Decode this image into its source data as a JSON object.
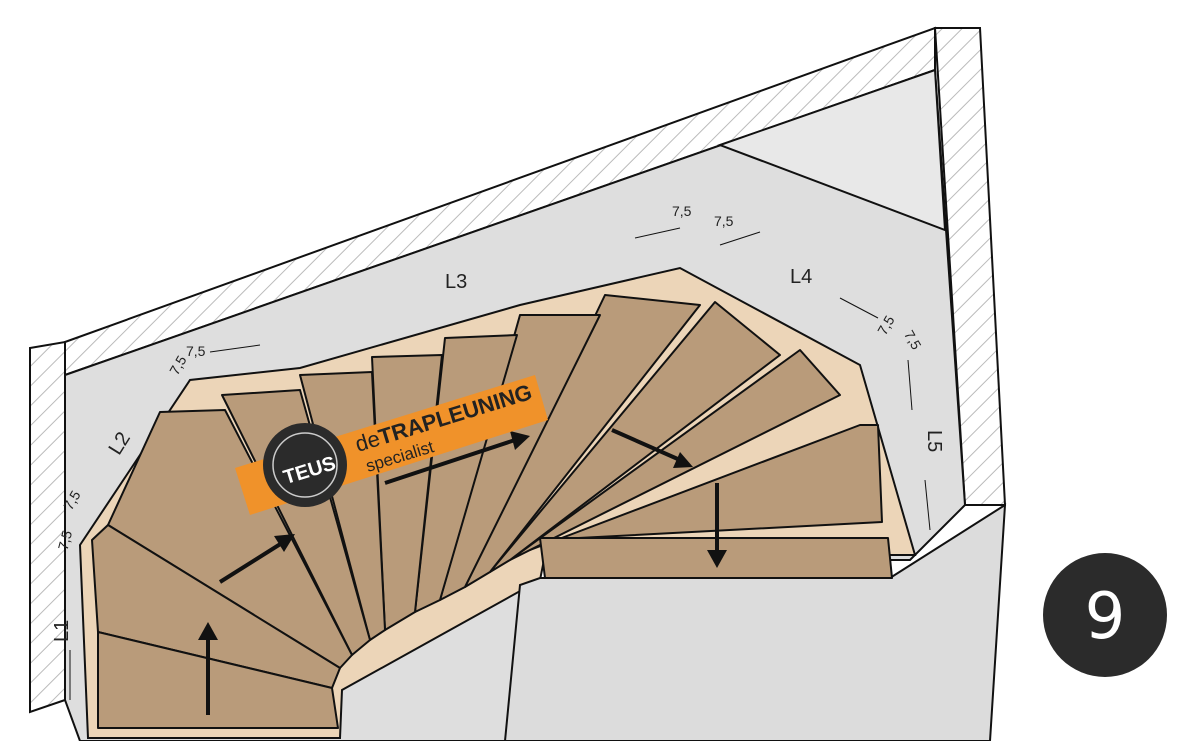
{
  "diagram": {
    "type": "staircase-top-view",
    "variant_number": "9",
    "wall_sections": [
      "L1",
      "L2",
      "L3",
      "L4",
      "L5"
    ],
    "offset_label": "7,5"
  },
  "logo": {
    "badge_text": "TEUS",
    "brand_prefix": "de",
    "brand_main": "TRAPLEUNING",
    "brand_sub": "specialist"
  },
  "colors": {
    "tread": "#b99b7a",
    "stair_border": "#ecd5b8",
    "wall": "#dcdcdc",
    "banner": "#f0922a",
    "badge": "#2b2b2b"
  }
}
